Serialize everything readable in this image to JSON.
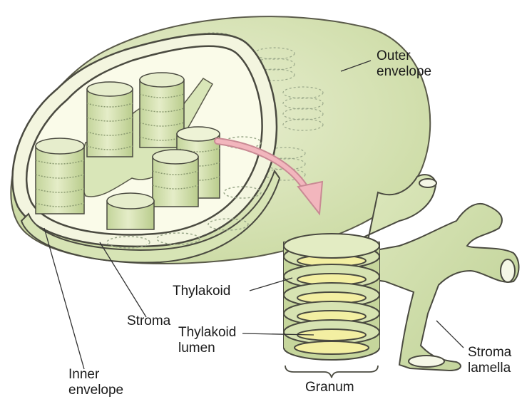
{
  "labels": {
    "outer_envelope": [
      "Outer",
      "envelope"
    ],
    "thylakoid": "Thylakoid",
    "stroma": "Stroma",
    "thylakoid_lumen": [
      "Thylakoid",
      "lumen"
    ],
    "inner_envelope": [
      "Inner",
      "envelope"
    ],
    "granum": "Granum",
    "stroma_lamella": [
      "Stroma",
      "lamella"
    ]
  },
  "colors": {
    "membrane_fill": "#d4e2b0",
    "membrane_light": "#eef2dc",
    "interior_fill": "#f6f7e4",
    "outline": "#4a4a40",
    "lumen_fill": "#f3efa2",
    "arrow_fill": "#f2b6bd",
    "arrow_stroke": "#c98a94",
    "leader_line": "#333333"
  }
}
